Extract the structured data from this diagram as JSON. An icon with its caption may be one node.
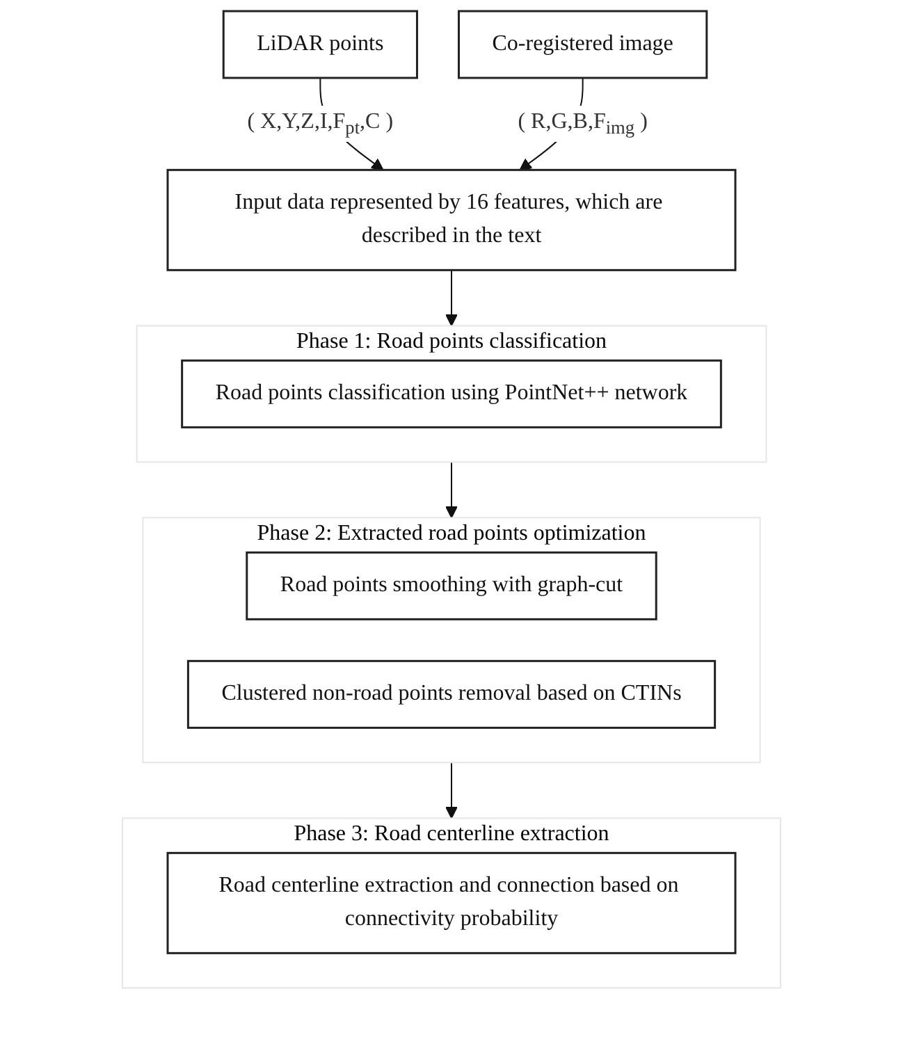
{
  "diagram": {
    "nodes": [
      {
        "text": [
          "LiDAR points"
        ]
      },
      {
        "text": [
          "Co-registered image"
        ]
      },
      {
        "text": [
          "Input data represented by 16 features, which are described in the text"
        ]
      },
      {
        "text": [
          "Phase 1: Road points classification"
        ]
      },
      {
        "text": [
          "Road points classification using PointNet++ network"
        ],
        "in": 3
      },
      {
        "text": [
          "Phase  2: Extracted road points optimization"
        ]
      },
      {
        "text": [
          "Road points smoothing with graph-cut"
        ],
        "in": 5
      },
      {
        "text": [
          "Clustered non-road points removal based on CTINs"
        ],
        "in": 5
      },
      {
        "text": [
          "Phase  3: Road centerline extraction"
        ]
      },
      {
        "text": [
          "Road centerline extraction and connection based on connectivity probability"
        ],
        "in": 8
      }
    ],
    "edges": [
      {
        "from": 0,
        "to": 2,
        "arrow": "to",
        "label": "( X,Y,Z,I,F$_{pt}$,C )"
      },
      {
        "from": 1,
        "to": 2,
        "arrow": "to",
        "label": "( R,G,B,F$_{img}$ )"
      },
      {
        "from": 2,
        "to": 3,
        "arrow": "to"
      },
      {
        "from": 3,
        "to": 5,
        "arrow": "to"
      },
      {
        "from": 5,
        "to": 8,
        "arrow": "to"
      }
    ]
  }
}
